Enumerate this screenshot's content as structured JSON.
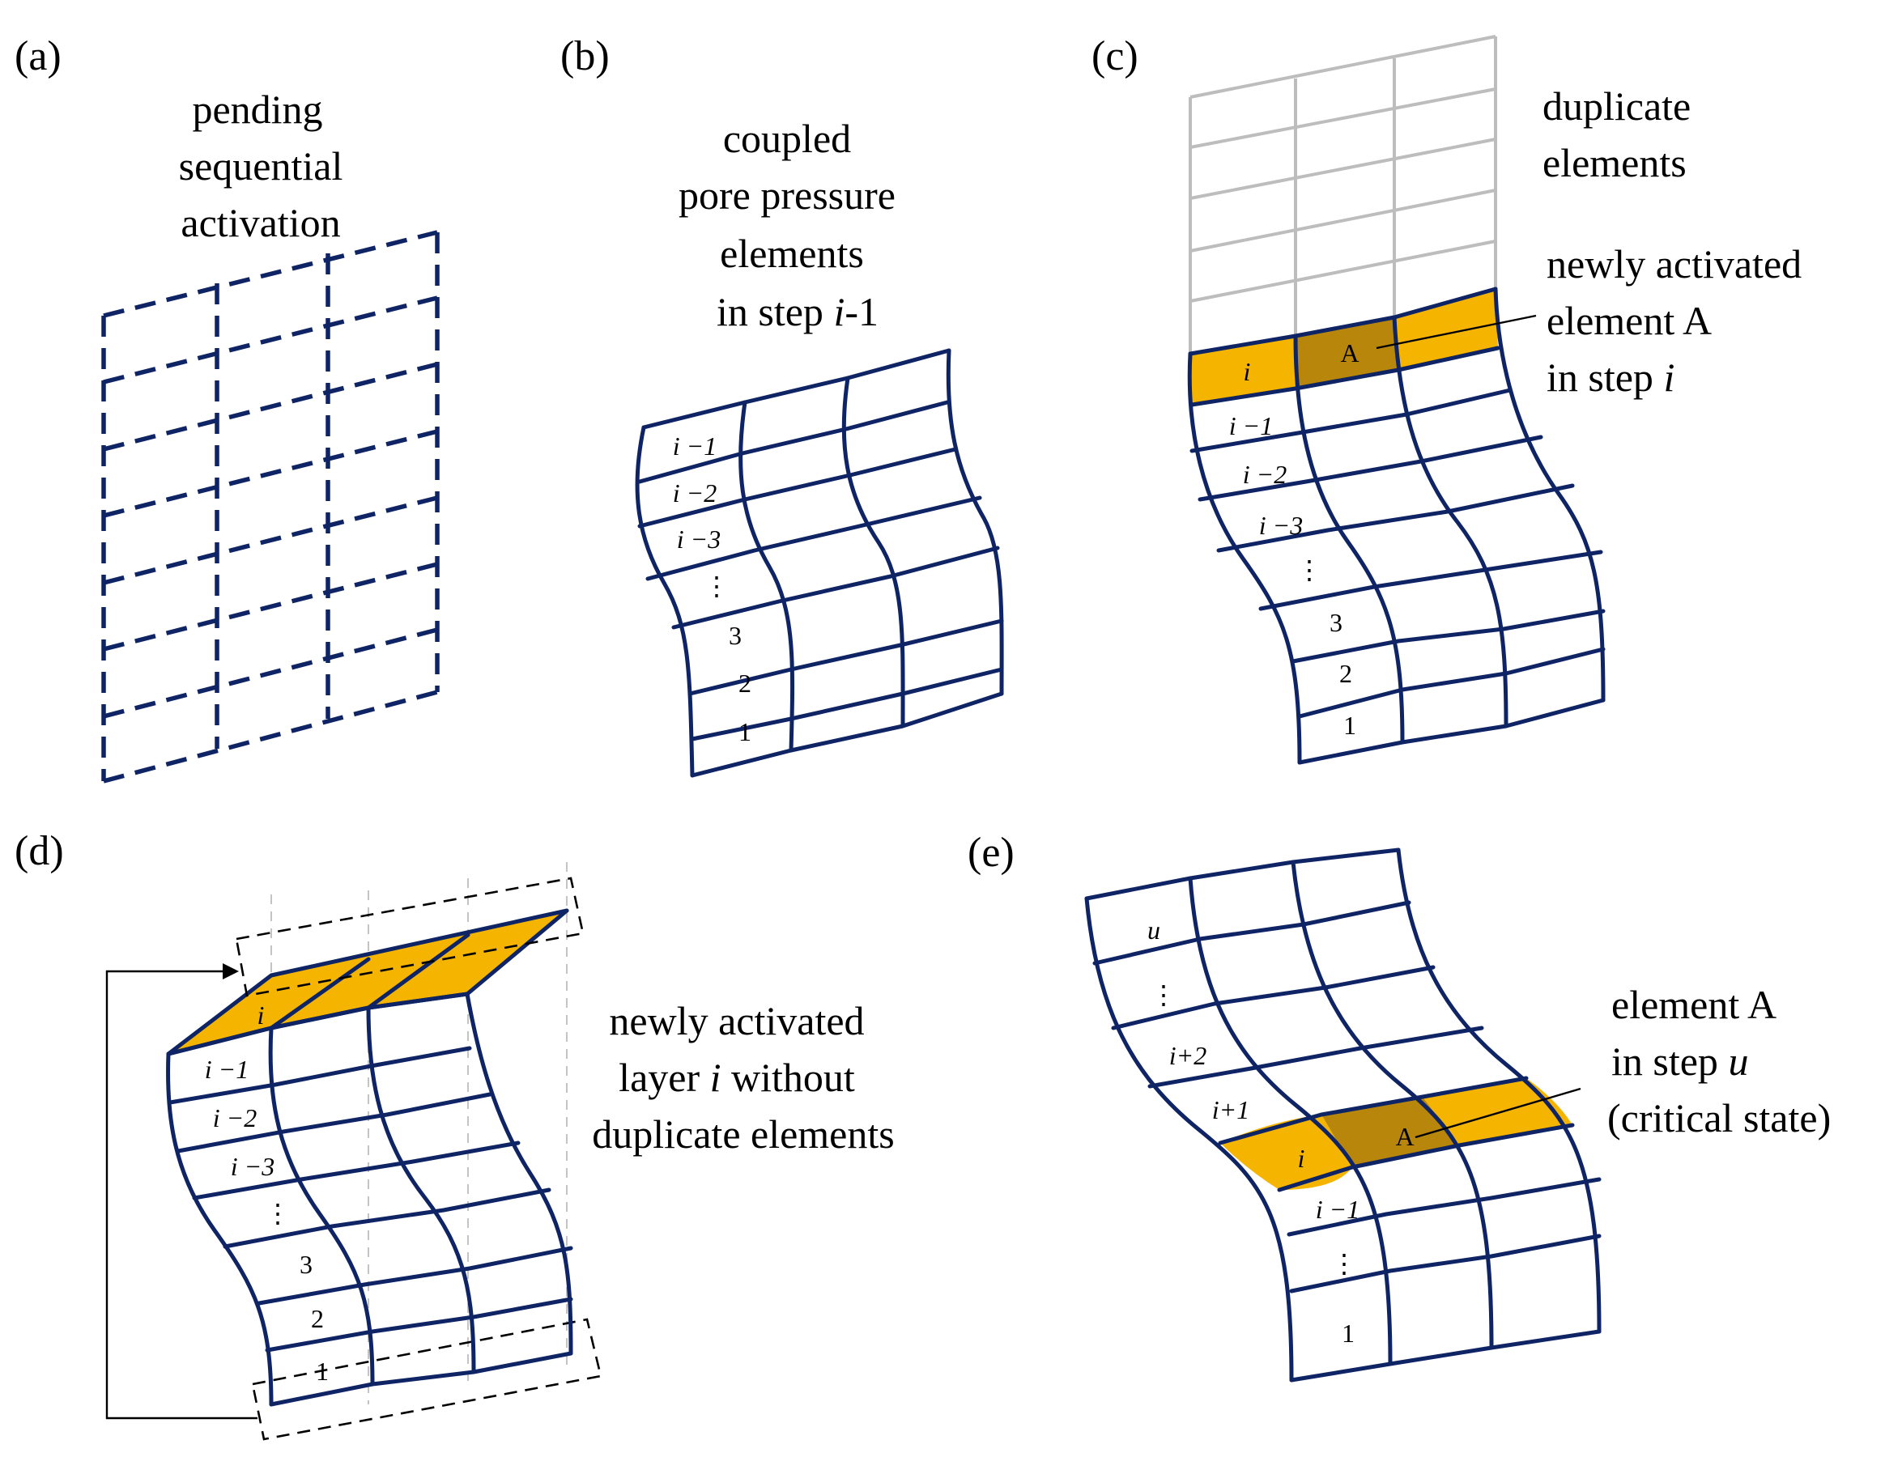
{
  "panels": {
    "a": {
      "letter": "(a)",
      "caption": [
        "pending",
        "sequential",
        "activation"
      ]
    },
    "b": {
      "letter": "(b)",
      "caption": [
        "coupled",
        "pore pressure",
        "elements"
      ],
      "caption_line4_prefix": "in step ",
      "caption_line4_var": "i",
      "caption_line4_suffix": "-1",
      "row_labels": [
        "i −1",
        "i −2",
        "i  −3",
        "⋮",
        "3",
        "2",
        "1"
      ]
    },
    "c": {
      "letter": "(c)",
      "caption_top": [
        "duplicate",
        "elements"
      ],
      "caption_mid": [
        "newly activated",
        "element A"
      ],
      "caption_mid_line3_prefix": "in step ",
      "caption_mid_line3_var": "i",
      "active_row_label": "i",
      "element_label": "A",
      "row_labels": [
        "i −1",
        "i −2",
        "i  −3",
        "⋮",
        "3",
        "2",
        "1"
      ]
    },
    "d": {
      "letter": "(d)",
      "caption_line1": "newly activated",
      "caption_line2_prefix": "layer ",
      "caption_line2_var": "i",
      "caption_line2_suffix": " without",
      "caption_line3": "duplicate elements",
      "active_row_label": "i",
      "row_labels": [
        "i −1",
        "i −2",
        "i  −3",
        "⋮",
        "3",
        "2",
        "1"
      ]
    },
    "e": {
      "letter": "(e)",
      "caption_line1": "element A",
      "caption_line2_prefix": "in step ",
      "caption_line2_var": "u",
      "caption_line3": "(critical state)",
      "element_label": "A",
      "active_row_label": "i",
      "row_labels_above": [
        "u",
        "⋮",
        "i+2",
        "i+1"
      ],
      "row_labels_below": [
        "i −1",
        "⋮",
        "1"
      ]
    }
  },
  "colors": {
    "mesh": "#0f2464",
    "active": "#f5b400",
    "element_a": "#b8860b",
    "duplicate": "#bdbdbd"
  }
}
